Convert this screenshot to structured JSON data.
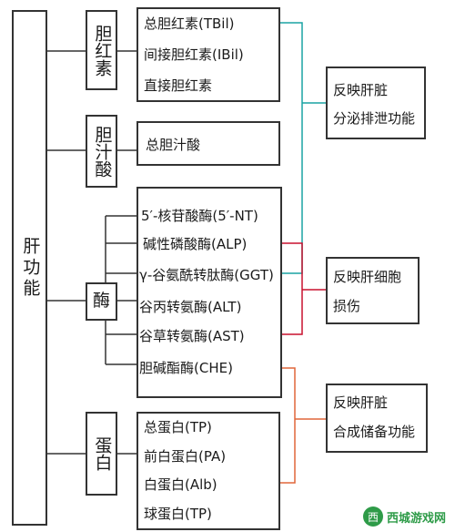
{
  "root": {
    "label": "肝功能"
  },
  "groups": [
    {
      "label": "胆红素",
      "items": [
        "总胆红素(TBil)",
        "间接胆红素(IBil)",
        "直接胆红素"
      ]
    },
    {
      "label": "胆汁酸",
      "items": [
        "总胆汁酸"
      ]
    },
    {
      "label": "酶",
      "items": [
        "5′-核苷酸酶(5′-NT)",
        "碱性磷酸酶(ALP)",
        "γ-谷氨酰转肽酶(GGT)",
        "谷丙转氨酶(ALT)",
        "谷草转氨酶(AST)",
        "胆碱酯酶(CHE)"
      ]
    },
    {
      "label": "蛋白",
      "items": [
        "总蛋白(TP)",
        "前白蛋白(PA)",
        "白蛋白(Alb)",
        "球蛋白(TP)"
      ]
    }
  ],
  "categories": [
    {
      "lines": [
        "反映肝脏",
        "分泌排泄功能"
      ],
      "color": "#1aa3a3"
    },
    {
      "lines": [
        "反映肝细胞",
        "损伤"
      ],
      "color": "#c8102e"
    },
    {
      "lines": [
        "反映肝脏",
        "合成储备功能"
      ],
      "color": "#e0663a"
    }
  ],
  "watermark": {
    "badge": "西",
    "text": "西城游戏网"
  },
  "colors": {
    "border": "#333333",
    "teal": "#1aa3a3",
    "red": "#c8102e",
    "orange": "#e0663a"
  }
}
